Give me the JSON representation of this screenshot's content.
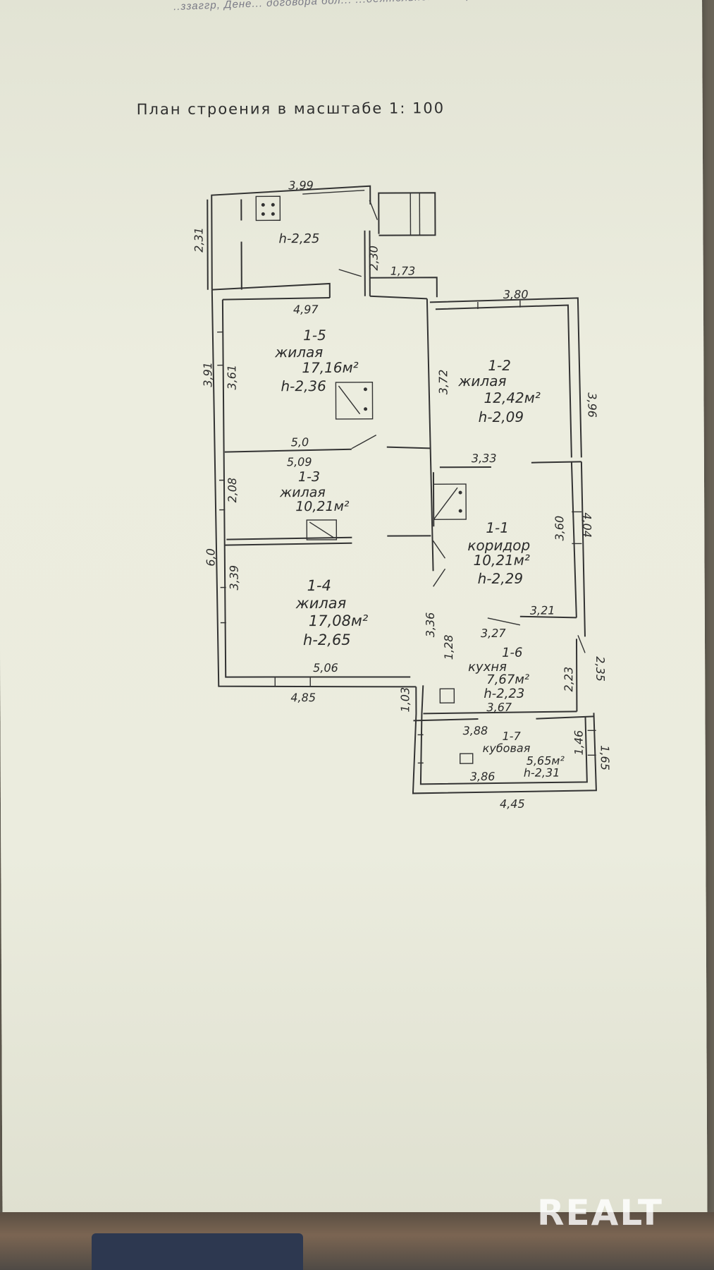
{
  "document": {
    "title": "План строения в масштабе 1: 100",
    "top_scrap_text": "..ззаггр, Дене... договора бол... ...деятельно... ...директ.."
  },
  "watermark": "REALT",
  "rooms": {
    "r15": {
      "num": "1-5",
      "type": "жилая",
      "area": "17,16м²",
      "height": "h-2,36"
    },
    "r12": {
      "num": "1-2",
      "type": "жилая",
      "area": "12,42м²",
      "height": "h-2,09"
    },
    "r13": {
      "num": "1-3",
      "type": "жилая",
      "area": "10,21м²"
    },
    "r11": {
      "num": "1-1",
      "type": "коридор",
      "area": "10,21м²",
      "height": "h-2,29"
    },
    "r14": {
      "num": "1-4",
      "type": "жилая",
      "area": "17,08м²",
      "height": "h-2,65"
    },
    "r16": {
      "num": "1-6",
      "type": "кухня",
      "area": "7,67м²",
      "height": "h-2,23"
    },
    "r17": {
      "num": "1-7",
      "type": "кубовая",
      "area": "5,65м²",
      "height": "h-2,31"
    },
    "porch": {
      "height": "h-2,25"
    }
  },
  "dims": {
    "d399": "3,99",
    "d231": "2,31",
    "d230": "2,30",
    "d173": "1,73",
    "d497": "4,97",
    "d391": "3,91",
    "d361": "3,61",
    "d372": "3,72",
    "d380": "3,80",
    "d396": "3,96",
    "d50": "5,0",
    "d509": "5,09",
    "d333": "3,33",
    "d208": "2,08",
    "d360": "3,60",
    "d404": "4,04",
    "d60": "6,0",
    "d339": "3,39",
    "d336": "3,36",
    "d321": "3,21",
    "d327": "3,27",
    "d128": "1,28",
    "d506": "5,06",
    "d485": "4,85",
    "d223": "2,23",
    "d235": "2,35",
    "d103": "1,03",
    "d367": "3,67",
    "d388": "3,88",
    "d146": "1,46",
    "d165": "1,65",
    "d386": "3,86",
    "d445": "4,45"
  }
}
